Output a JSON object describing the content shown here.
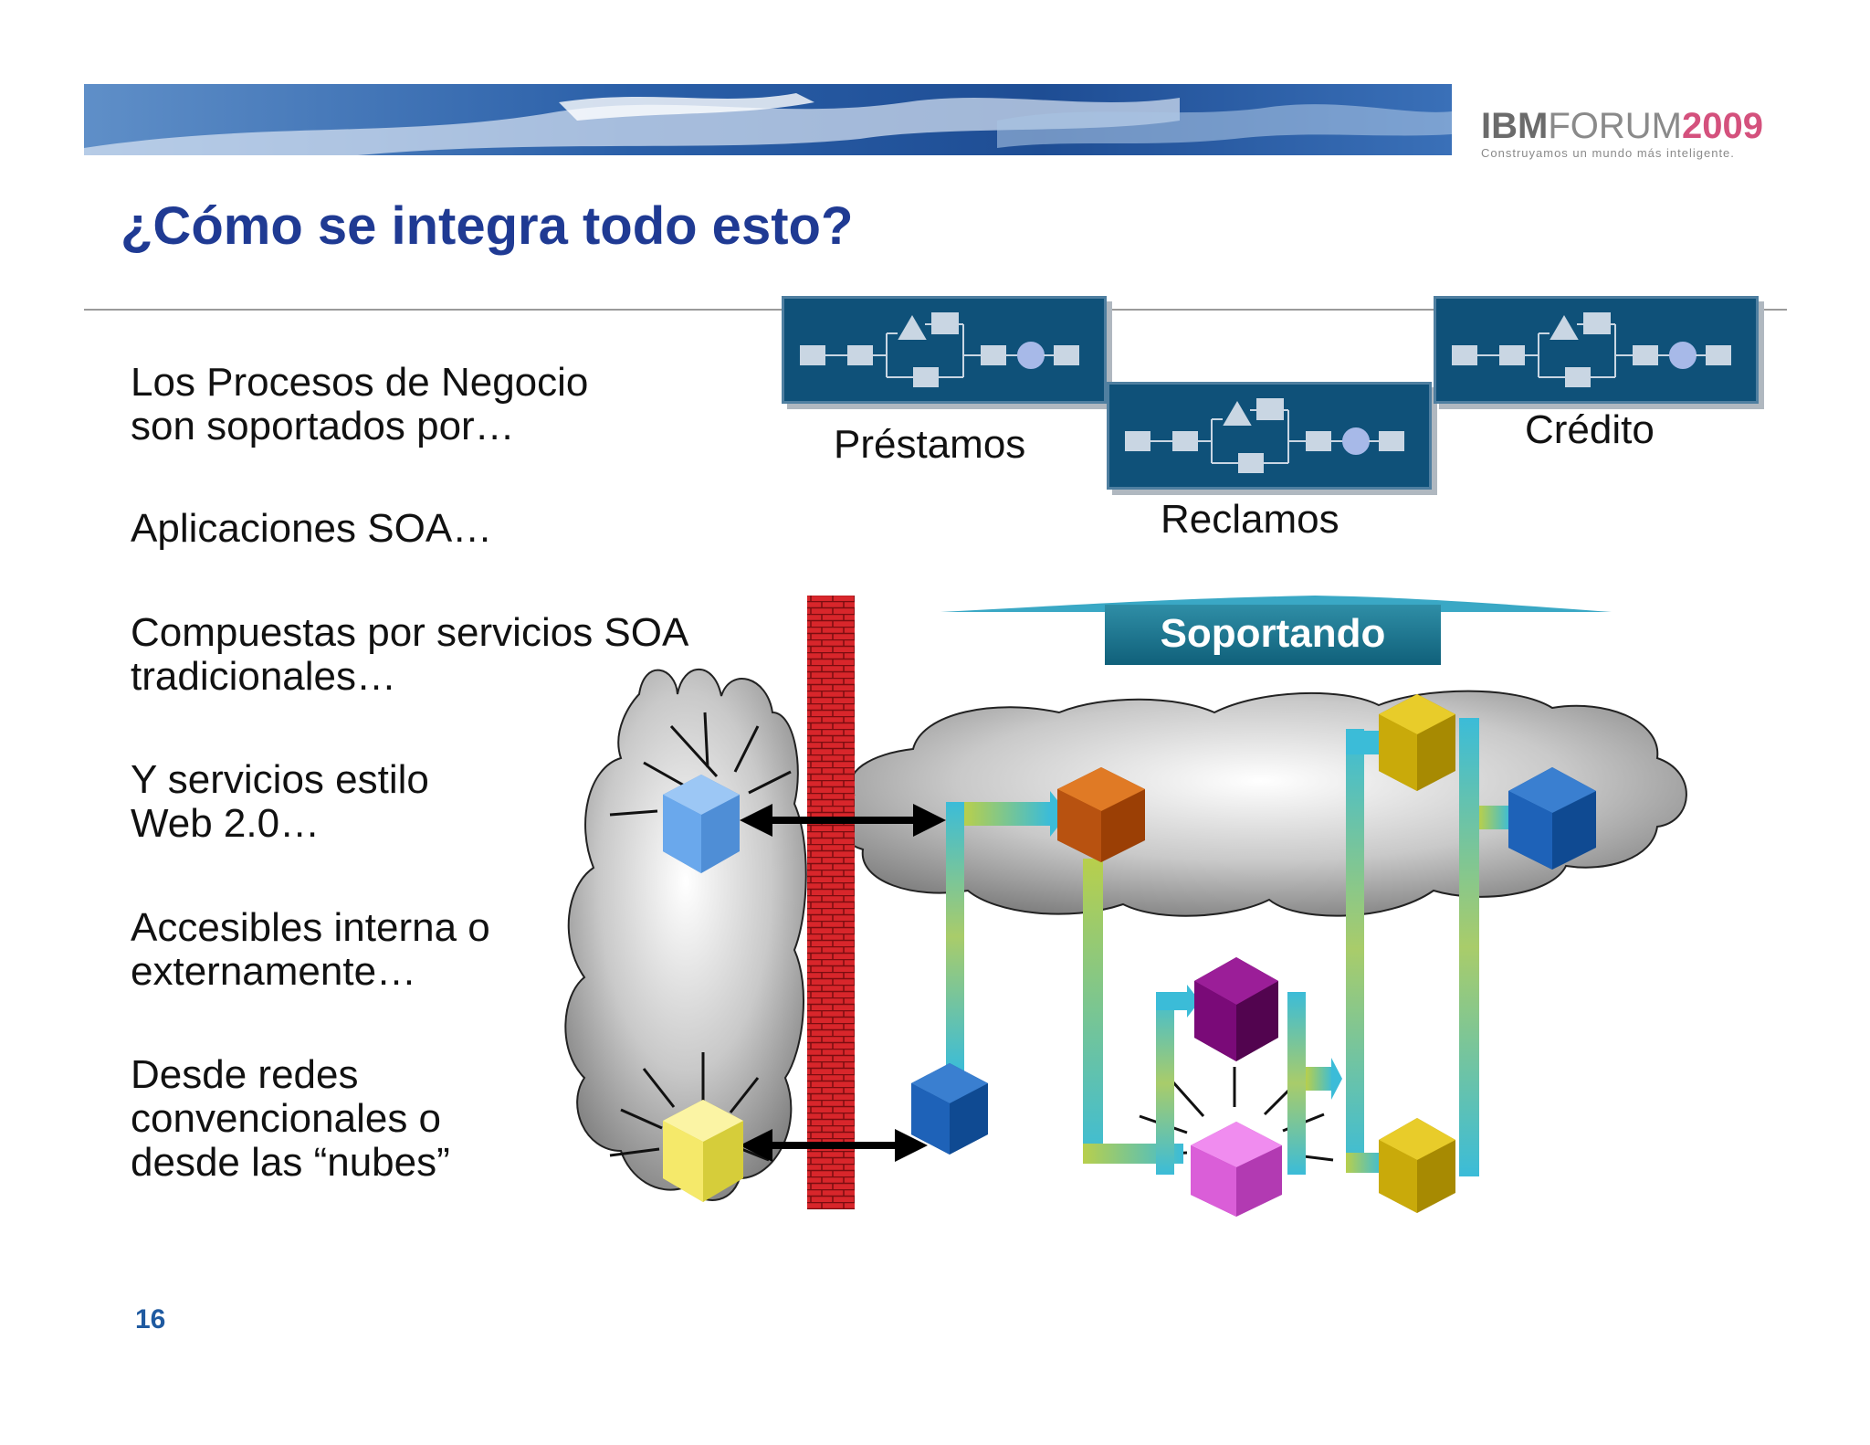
{
  "header": {
    "logo_ibm": "IBM",
    "logo_forum": "FORUM",
    "logo_year": "2009",
    "logo_tagline": "Construyamos un mundo más inteligente."
  },
  "title": "¿Cómo se integra todo esto?",
  "bullets": [
    {
      "lines": [
        "Los Procesos de Negocio",
        "son soportados por…"
      ]
    },
    {
      "lines": [
        "Aplicaciones SOA…"
      ]
    },
    {
      "lines": [
        "Compuestas por servicios SOA",
        "tradicionales…"
      ]
    },
    {
      "lines": [
        "Y servicios estilo",
        "Web 2.0…"
      ]
    },
    {
      "lines": [
        "Accesibles interna o",
        "externamente…"
      ]
    },
    {
      "lines": [
        "Desde redes",
        "convencionales o",
        "desde las “nubes”"
      ]
    }
  ],
  "processes": [
    {
      "label": "Préstamos"
    },
    {
      "label": "Reclamos"
    },
    {
      "label": "Crédito"
    }
  ],
  "support_label": "Soportando",
  "page_number": "16",
  "colors": {
    "title": "#1f3a93",
    "process_box": "#0f5179",
    "firewall": "#d8262b",
    "cube_light_blue": "#6aa8ec",
    "cube_yellow": "#f5e96a",
    "cube_orange": "#d9650f",
    "cube_gold": "#d2b40a",
    "cube_blue": "#1e62b8",
    "cube_purple": "#7a0a78",
    "cube_pink": "#da5ed8"
  }
}
